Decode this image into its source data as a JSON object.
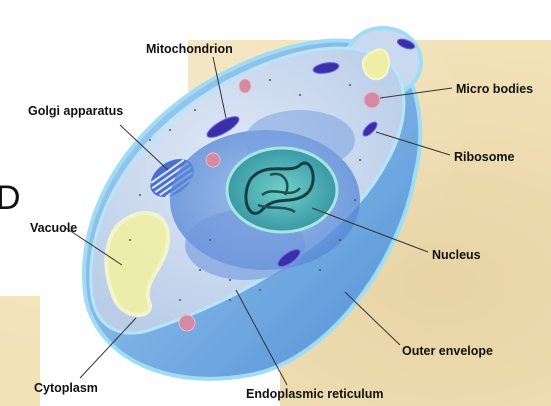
{
  "labels": {
    "mitochondrion": "Mitochondrion",
    "golgi": "Golgi apparatus",
    "micro_bodies": "Micro bodies",
    "ribosome": "Ribosome",
    "vacuole": "Vacuole",
    "nucleus": "Nucleus",
    "outer_envelope": "Outer envelope",
    "cytoplasm": "Cytoplasm",
    "er": "Endoplasmic reticulum"
  },
  "edge_text": "D",
  "colors": {
    "background": "#f2e2b8",
    "cell_fill": "#c9d9ef",
    "envelope": "#7fbfe6",
    "membrane_outline": "#8fd3f0",
    "vacuole": "#f2f0a0",
    "mitochondria": "#3a2fa8",
    "nucleus": "#2f9c95",
    "label_text": "#111111",
    "leader_line": "#333333"
  }
}
